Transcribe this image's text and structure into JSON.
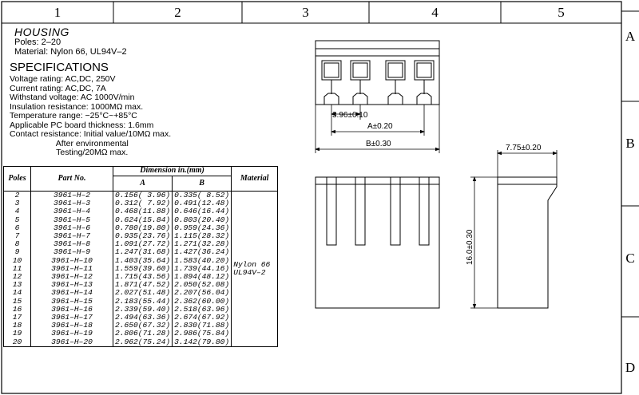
{
  "frame": {
    "columns": [
      "1",
      "2",
      "3",
      "4",
      "5"
    ],
    "rows": [
      "A",
      "B",
      "C",
      "D"
    ]
  },
  "header": {
    "title": "HOUSING",
    "poles": "Poles: 2–20",
    "material": "Material: Nylon 66, UL94V–2"
  },
  "specifications": {
    "heading": "SPECIFICATIONS",
    "lines": [
      "Voltage rating: AC,DC, 250V",
      "Current rating: AC,DC, 7A",
      "Withstand voltage: AC 1000V/min",
      "Insulation resistance: 1000MΩ max.",
      "Temperature range: −25°C~+85°C",
      "Applicable PC board thickness: 1.6mm",
      "Contact resistance: Initial value/10MΩ max.",
      "                    After environmental",
      "                    Testing/20MΩ max."
    ]
  },
  "table": {
    "headers": {
      "poles": "Poles",
      "part_no": "Part No.",
      "dimension": "Dimension  in.(mm)",
      "a": "A",
      "b": "B",
      "material": "Material"
    },
    "material_value": [
      "Nylon 66",
      "UL94V–2"
    ],
    "rows": [
      {
        "poles": "2",
        "part": "3961–H–2",
        "a": "0.156( 3.96)",
        "b": "0.335( 8.52)"
      },
      {
        "poles": "3",
        "part": "3961–H–3",
        "a": "0.312( 7.92)",
        "b": "0.491(12.48)"
      },
      {
        "poles": "4",
        "part": "3961–H–4",
        "a": "0.468(11.88)",
        "b": "0.646(16.44)"
      },
      {
        "poles": "5",
        "part": "3961–H–5",
        "a": "0.624(15.84)",
        "b": "0.803(20.40)"
      },
      {
        "poles": "6",
        "part": "3961–H–6",
        "a": "0.780(19.80)",
        "b": "0.959(24.36)"
      },
      {
        "poles": "7",
        "part": "3961–H–7",
        "a": "0.935(23.76)",
        "b": "1.115(28.32)"
      },
      {
        "poles": "8",
        "part": "3961–H–8",
        "a": "1.091(27.72)",
        "b": "1.271(32.28)"
      },
      {
        "poles": "9",
        "part": "3961–H–9",
        "a": "1.247(31.68)",
        "b": "1.427(36.24)"
      },
      {
        "poles": "10",
        "part": "3961–H–10",
        "a": "1.403(35.64)",
        "b": "1.583(40.20)"
      },
      {
        "poles": "11",
        "part": "3961–H–11",
        "a": "1.559(39.60)",
        "b": "1.739(44.16)"
      },
      {
        "poles": "12",
        "part": "3961–H–12",
        "a": "1.715(43.56)",
        "b": "1.894(48.12)"
      },
      {
        "poles": "13",
        "part": "3961–H–13",
        "a": "1.871(47.52)",
        "b": "2.050(52.08)"
      },
      {
        "poles": "14",
        "part": "3961–H–14",
        "a": "2.027(51.48)",
        "b": "2.207(56.04)"
      },
      {
        "poles": "15",
        "part": "3961–H–15",
        "a": "2.183(55.44)",
        "b": "2.362(60.00)"
      },
      {
        "poles": "16",
        "part": "3961–H–16",
        "a": "2.339(59.40)",
        "b": "2.518(63.96)"
      },
      {
        "poles": "17",
        "part": "3961–H–17",
        "a": "2.494(63.36)",
        "b": "2.674(67.92)"
      },
      {
        "poles": "18",
        "part": "3961–H–18",
        "a": "2.650(67.32)",
        "b": "2.830(71.88)"
      },
      {
        "poles": "19",
        "part": "3961–H–19",
        "a": "2.806(71.28)",
        "b": "2.986(75.84)"
      },
      {
        "poles": "20",
        "part": "3961–H–20",
        "a": "2.962(75.24)",
        "b": "3.142(79.80)"
      }
    ]
  },
  "dimensions": {
    "pitch": "3.96±0.10",
    "a": "A±0.20",
    "b": "B±0.30",
    "depth": "7.75±0.20",
    "height": "16.0±0.30"
  }
}
